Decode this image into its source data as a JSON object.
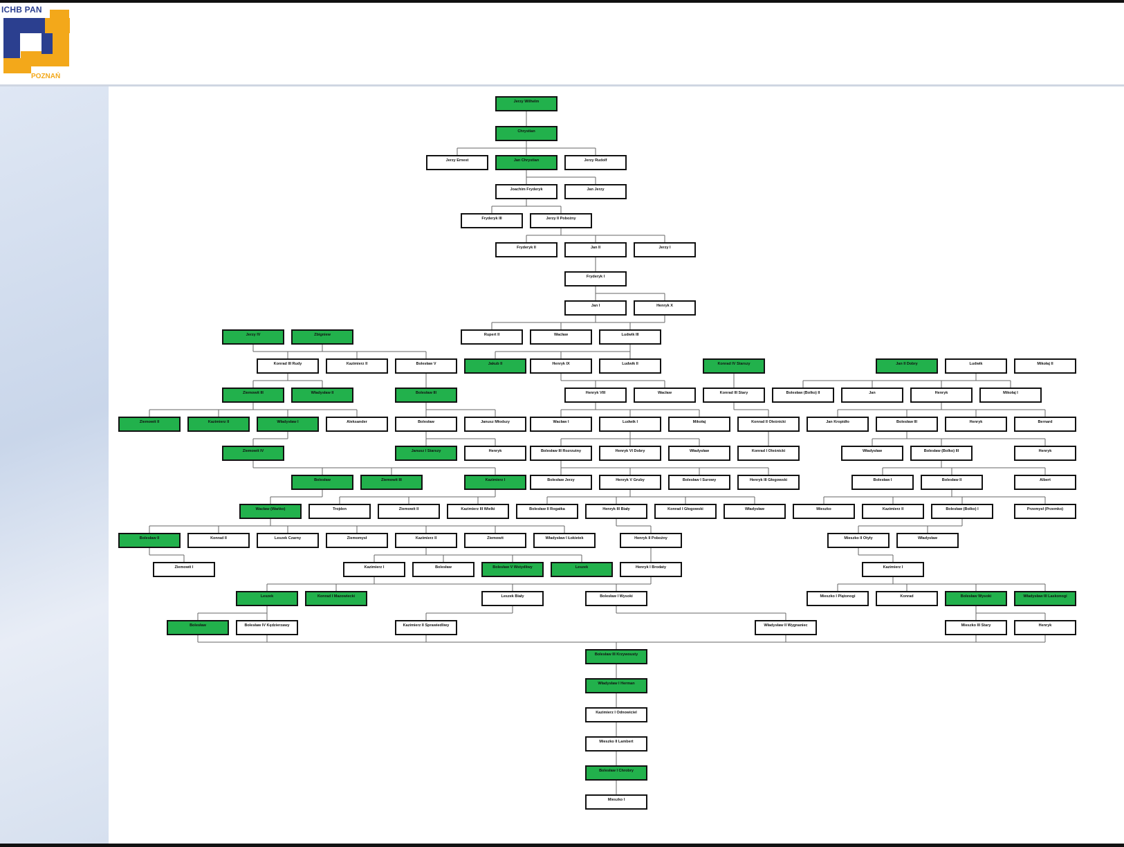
{
  "logo": {
    "top_text": "ICHB PAN",
    "bottom_text": "POZNAŃ"
  },
  "colors": {
    "highlight": "#22b14c",
    "plain": "#ffffff",
    "border": "#111111",
    "line": "#666666"
  },
  "tree": {
    "nodes": [
      {
        "id": "n1",
        "label": "Jerzy Wilhelm",
        "sub": "",
        "hl": true
      },
      {
        "id": "n2",
        "label": "Chrystian",
        "sub": "",
        "hl": true
      },
      {
        "id": "n3a",
        "label": "Jerzy Ernest",
        "sub": "",
        "hl": false
      },
      {
        "id": "n3b",
        "label": "Jan Chrystian",
        "sub": "",
        "hl": true
      },
      {
        "id": "n3c",
        "label": "Jerzy Rudolf",
        "sub": "",
        "hl": false
      },
      {
        "id": "n4a",
        "label": "Joachim Fryderyk",
        "sub": "",
        "hl": false
      },
      {
        "id": "n4b",
        "label": "Jan Jerzy",
        "sub": "",
        "hl": false
      },
      {
        "id": "n5a",
        "label": "Fryderyk III",
        "sub": "",
        "hl": false
      },
      {
        "id": "n5b",
        "label": "Jerzy II Pobożny",
        "sub": "",
        "hl": false
      },
      {
        "id": "n6a",
        "label": "Fryderyk II",
        "sub": "",
        "hl": false
      },
      {
        "id": "n6b",
        "label": "Jan II",
        "sub": "",
        "hl": false
      },
      {
        "id": "n6c",
        "label": "Jerzy I",
        "sub": "",
        "hl": false
      },
      {
        "id": "n7",
        "label": "Fryderyk I",
        "sub": "",
        "hl": false
      },
      {
        "id": "n8a",
        "label": "Jan I",
        "sub": "",
        "hl": false
      },
      {
        "id": "n8b",
        "label": "Henryk X",
        "sub": "",
        "hl": false
      },
      {
        "id": "n9a",
        "label": "Jerzy IV",
        "sub": "",
        "hl": true
      },
      {
        "id": "n9b",
        "label": "Zbigniew",
        "sub": "",
        "hl": true
      },
      {
        "id": "n9c",
        "label": "Rupert II",
        "sub": "",
        "hl": false
      },
      {
        "id": "n9d",
        "label": "Wacław",
        "sub": "",
        "hl": false
      },
      {
        "id": "n9e",
        "label": "Ludwik III",
        "sub": "",
        "hl": false
      },
      {
        "id": "n10a",
        "label": "Konrad III Rudy",
        "sub": "",
        "hl": false
      },
      {
        "id": "n10b",
        "label": "Kazimierz II",
        "sub": "",
        "hl": false
      },
      {
        "id": "n10c",
        "label": "Bolesław V",
        "sub": "",
        "hl": false
      },
      {
        "id": "n10d",
        "label": "Jakub II",
        "sub": "",
        "hl": true
      },
      {
        "id": "n10e",
        "label": "Henryk IX",
        "sub": "",
        "hl": false
      },
      {
        "id": "n10f",
        "label": "Ludwik II",
        "sub": "",
        "hl": false
      },
      {
        "id": "n10g",
        "label": "Konrad IV Starszy",
        "sub": "",
        "hl": true
      },
      {
        "id": "n10h",
        "label": "Jan II Dobry",
        "sub": "",
        "hl": true
      },
      {
        "id": "n10i",
        "label": "Ludwik",
        "sub": "",
        "hl": false
      },
      {
        "id": "n10j",
        "label": "Mikołaj II",
        "sub": "",
        "hl": false
      },
      {
        "id": "n11a",
        "label": "Ziemowit III",
        "sub": "",
        "hl": true
      },
      {
        "id": "n11b",
        "label": "Władysław II",
        "sub": "",
        "hl": true
      },
      {
        "id": "n11c",
        "label": "Bolesław III",
        "sub": "",
        "hl": true
      },
      {
        "id": "n11d",
        "label": "Henryk VIII",
        "sub": "",
        "hl": false
      },
      {
        "id": "n11e",
        "label": "Wacław",
        "sub": "",
        "hl": false
      },
      {
        "id": "n11f",
        "label": "Konrad III Stary",
        "sub": "",
        "hl": false
      },
      {
        "id": "n11g",
        "label": "Bolesław (Bolko) II",
        "sub": "",
        "hl": false
      },
      {
        "id": "n11h",
        "label": "Jan",
        "sub": "",
        "hl": false
      },
      {
        "id": "n11i",
        "label": "Henryk",
        "sub": "",
        "hl": false
      },
      {
        "id": "n11j",
        "label": "Mikołaj I",
        "sub": "",
        "hl": false
      },
      {
        "id": "n12a",
        "label": "Ziemowit II",
        "sub": "",
        "hl": true
      },
      {
        "id": "n12b",
        "label": "Kazimierz II",
        "sub": "",
        "hl": true
      },
      {
        "id": "n12c",
        "label": "Władysław I",
        "sub": "",
        "hl": true
      },
      {
        "id": "n12d",
        "label": "Aleksander",
        "sub": "",
        "hl": false
      },
      {
        "id": "n12e",
        "label": "Bolesław",
        "sub": "",
        "hl": false
      },
      {
        "id": "n12f",
        "label": "Janusz Młodszy",
        "sub": "",
        "hl": false
      },
      {
        "id": "n12g",
        "label": "Wacław I",
        "sub": "",
        "hl": false
      },
      {
        "id": "n12h",
        "label": "Ludwik I",
        "sub": "",
        "hl": false
      },
      {
        "id": "n12i",
        "label": "Mikołaj",
        "sub": "",
        "hl": false
      },
      {
        "id": "n12j",
        "label": "Konrad II Oleśnicki",
        "sub": "",
        "hl": false
      },
      {
        "id": "n12k",
        "label": "Jan Kropidło",
        "sub": "",
        "hl": false
      },
      {
        "id": "n12l",
        "label": "Bolesław III",
        "sub": "",
        "hl": false
      },
      {
        "id": "n12m",
        "label": "Henryk",
        "sub": "",
        "hl": false
      },
      {
        "id": "n12n",
        "label": "Bernard",
        "sub": "",
        "hl": false
      },
      {
        "id": "n13a",
        "label": "Ziemowit IV",
        "sub": "",
        "hl": true
      },
      {
        "id": "n13b",
        "label": "Janusz I Starszy",
        "sub": "",
        "hl": true
      },
      {
        "id": "n13c",
        "label": "Henryk",
        "sub": "",
        "hl": false
      },
      {
        "id": "n13d",
        "label": "Bolesław III Rozrzutny",
        "sub": "",
        "hl": false
      },
      {
        "id": "n13e",
        "label": "Henryk VI Dobry",
        "sub": "",
        "hl": false
      },
      {
        "id": "n13f",
        "label": "Władysław",
        "sub": "",
        "hl": false
      },
      {
        "id": "n13g",
        "label": "Konrad I Oleśnicki",
        "sub": "",
        "hl": false
      },
      {
        "id": "n13h",
        "label": "Władysław",
        "sub": "",
        "hl": false
      },
      {
        "id": "n13i",
        "label": "Bolesław (Bolko) III",
        "sub": "",
        "hl": false
      },
      {
        "id": "n13j",
        "label": "Henryk",
        "sub": "",
        "hl": false
      },
      {
        "id": "n14a",
        "label": "Bolesław",
        "sub": "",
        "hl": true
      },
      {
        "id": "n14b",
        "label": "Ziemowit III",
        "sub": "",
        "hl": true
      },
      {
        "id": "n14c",
        "label": "Kazimierz I",
        "sub": "",
        "hl": true
      },
      {
        "id": "n14d",
        "label": "Bolesław Jerzy",
        "sub": "",
        "hl": false
      },
      {
        "id": "n14e",
        "label": "Henryk V Gruby",
        "sub": "",
        "hl": false
      },
      {
        "id": "n14f",
        "label": "Bolesław I Surowy",
        "sub": "",
        "hl": false
      },
      {
        "id": "n14g",
        "label": "Henryk III Głogowski",
        "sub": "",
        "hl": false
      },
      {
        "id": "n14h",
        "label": "Bolesław I",
        "sub": "",
        "hl": false
      },
      {
        "id": "n14i",
        "label": "Bolesław II",
        "sub": "",
        "hl": false
      },
      {
        "id": "n14j",
        "label": "Albert",
        "sub": "",
        "hl": false
      },
      {
        "id": "n15a",
        "label": "Wacław (Wańko)",
        "sub": "",
        "hl": true
      },
      {
        "id": "n15b",
        "label": "Trojden",
        "sub": "",
        "hl": false
      },
      {
        "id": "n15c",
        "label": "Ziemowit II",
        "sub": "",
        "hl": false
      },
      {
        "id": "n15d",
        "label": "Kazimierz III Wielki",
        "sub": "",
        "hl": false
      },
      {
        "id": "n15e",
        "label": "Bolesław II Rogatka",
        "sub": "",
        "hl": false
      },
      {
        "id": "n15f",
        "label": "Henryk III Biały",
        "sub": "",
        "hl": false
      },
      {
        "id": "n15g",
        "label": "Konrad I Głogowski",
        "sub": "",
        "hl": false
      },
      {
        "id": "n15h",
        "label": "Władysław",
        "sub": "",
        "hl": false
      },
      {
        "id": "n15i",
        "label": "Mieszko",
        "sub": "",
        "hl": false
      },
      {
        "id": "n15j",
        "label": "Kazimierz II",
        "sub": "",
        "hl": false
      },
      {
        "id": "n15k",
        "label": "Bolesław (Bolko) I",
        "sub": "",
        "hl": false
      },
      {
        "id": "n15l",
        "label": "Przemysł (Przemko)",
        "sub": "",
        "hl": false
      },
      {
        "id": "n16a",
        "label": "Bolesław II",
        "sub": "",
        "hl": true
      },
      {
        "id": "n16b",
        "label": "Konrad II",
        "sub": "",
        "hl": false
      },
      {
        "id": "n16c",
        "label": "Leszek Czarny",
        "sub": "",
        "hl": false
      },
      {
        "id": "n16d",
        "label": "Ziemomysł",
        "sub": "",
        "hl": false
      },
      {
        "id": "n16e",
        "label": "Kazimierz II",
        "sub": "",
        "hl": false
      },
      {
        "id": "n16f",
        "label": "Ziemowit",
        "sub": "",
        "hl": false
      },
      {
        "id": "n16g",
        "label": "Władysław I Łokietek",
        "sub": "",
        "hl": false
      },
      {
        "id": "n16h",
        "label": "Henryk II Pobożny",
        "sub": "",
        "hl": false
      },
      {
        "id": "n16i",
        "label": "Mieszko II Otyły",
        "sub": "",
        "hl": false
      },
      {
        "id": "n16j",
        "label": "Władysław",
        "sub": "",
        "hl": false
      },
      {
        "id": "n17a",
        "label": "Ziemowit I",
        "sub": "",
        "hl": false
      },
      {
        "id": "n17b",
        "label": "Kazimierz I",
        "sub": "",
        "hl": false
      },
      {
        "id": "n17c",
        "label": "Bolesław",
        "sub": "",
        "hl": false
      },
      {
        "id": "n17d",
        "label": "Bolesław V Wstydliwy",
        "sub": "",
        "hl": true
      },
      {
        "id": "n17e",
        "label": "Leszek",
        "sub": "",
        "hl": true
      },
      {
        "id": "n17f",
        "label": "Henryk I Brodaty",
        "sub": "",
        "hl": false
      },
      {
        "id": "n17g",
        "label": "Kazimierz I",
        "sub": "",
        "hl": false
      },
      {
        "id": "n18a",
        "label": "Leszek",
        "sub": "",
        "hl": true
      },
      {
        "id": "n18b",
        "label": "Konrad I Mazowiecki",
        "sub": "",
        "hl": true
      },
      {
        "id": "n18c",
        "label": "Leszek Biały",
        "sub": "",
        "hl": false
      },
      {
        "id": "n18d",
        "label": "Bolesław I Wysoki",
        "sub": "",
        "hl": false
      },
      {
        "id": "n18e",
        "label": "Mieszko I Plątonogi",
        "sub": "",
        "hl": false
      },
      {
        "id": "n18f",
        "label": "Konrad",
        "sub": "",
        "hl": false
      },
      {
        "id": "n18g",
        "label": "Bolesław Wysoki",
        "sub": "",
        "hl": true
      },
      {
        "id": "n18h",
        "label": "Władysław III Laskonogi",
        "sub": "",
        "hl": true
      },
      {
        "id": "n19a",
        "label": "Bolesław",
        "sub": "",
        "hl": true
      },
      {
        "id": "n19b",
        "label": "Bolesław IV Kędzierzawy",
        "sub": "",
        "hl": false
      },
      {
        "id": "n19c",
        "label": "Kazimierz II Sprawiedliwy",
        "sub": "",
        "hl": false
      },
      {
        "id": "n19d",
        "label": "Władysław II Wygnaniec",
        "sub": "",
        "hl": false
      },
      {
        "id": "n19e",
        "label": "Mieszko III Stary",
        "sub": "",
        "hl": false
      },
      {
        "id": "n19f",
        "label": "Henryk",
        "sub": "",
        "hl": false
      },
      {
        "id": "n20",
        "label": "Bolesław III Krzywousty",
        "sub": "",
        "hl": true
      },
      {
        "id": "n21",
        "label": "Władysław I Herman",
        "sub": "",
        "hl": true
      },
      {
        "id": "n22",
        "label": "Kazimierz I Odnowiciel",
        "sub": "",
        "hl": false
      },
      {
        "id": "n23",
        "label": "Mieszko II Lambert",
        "sub": "",
        "hl": false
      },
      {
        "id": "n24",
        "label": "Bolesław I Chrobry",
        "sub": "",
        "hl": true
      },
      {
        "id": "n25",
        "label": "Mieszko I",
        "sub": "",
        "hl": false
      }
    ]
  }
}
